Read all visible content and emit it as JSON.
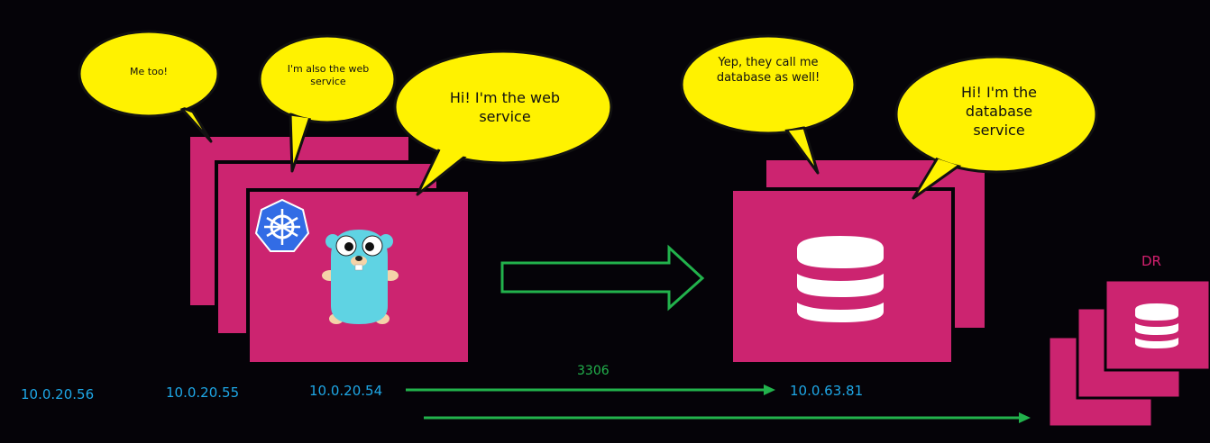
{
  "bubbles": {
    "me_too": "Me too!",
    "also_web": "I'm also the web service",
    "web_service": "Hi! I'm the web service",
    "db_also": "Yep, they call me database as well!",
    "db_service": "Hi! I'm the database service"
  },
  "ips": {
    "ip1": "10.0.20.56",
    "ip2": "10.0.20.55",
    "ip3": "10.0.20.54",
    "ip4": "10.0.63.81"
  },
  "port": "3306",
  "dr_label": "DR",
  "colors": {
    "background": "#050308",
    "card": "#cc2470",
    "bubble": "#fff200",
    "ip_text": "#1ea7e6",
    "arrow": "#22b24c"
  },
  "icons": [
    "kubernetes-icon",
    "gopher-mascot",
    "database-icon"
  ]
}
